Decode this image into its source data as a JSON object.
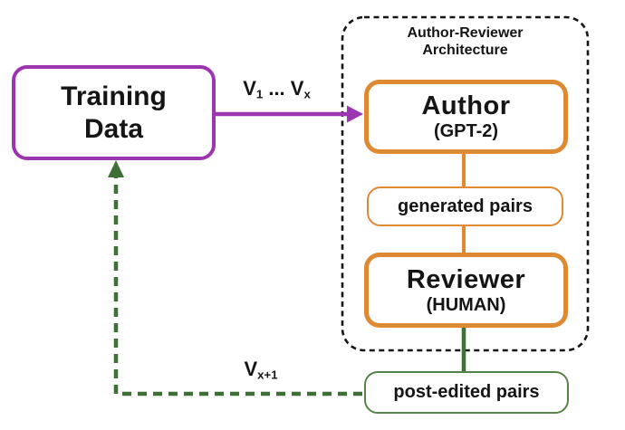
{
  "diagram": {
    "training_box": {
      "line1": "Training",
      "line2": "Data"
    },
    "architecture": {
      "title_line1": "Author-Reviewer",
      "title_line2": "Architecture"
    },
    "author_box": {
      "title": "Author",
      "subtitle": "(GPT-2)"
    },
    "generated_pairs_box": {
      "label": "generated pairs"
    },
    "reviewer_box": {
      "title": "Reviewer",
      "subtitle": "(HUMAN)"
    },
    "post_edited_box": {
      "label": "post-edited pairs"
    },
    "flow_labels": {
      "versions_in": {
        "base1": "V",
        "sub1": "1",
        "dots": " ... ",
        "base2": "V",
        "sub2": "x"
      },
      "version_next": {
        "base": "V",
        "sub": "x+1"
      }
    }
  },
  "colors": {
    "purple": "#9c36b0",
    "orange": "#dd8a33",
    "green_border": "#55834a",
    "green_line": "#3e6f36",
    "ink": "#151515",
    "background": "#ffffff"
  }
}
